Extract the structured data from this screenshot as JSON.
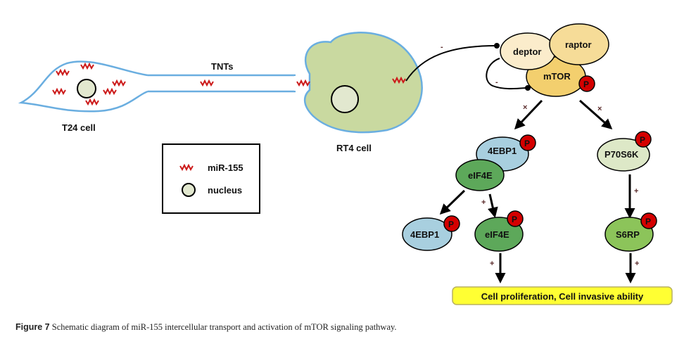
{
  "diagram": {
    "cells": {
      "t24": {
        "label": "T24 cell"
      },
      "rt4": {
        "label": "RT4 cell"
      },
      "tnt": {
        "label": "TNTs"
      }
    },
    "legend": {
      "mirna": "miR-155",
      "nucleus": "nucleus"
    },
    "complex": {
      "deptor": "deptor",
      "raptor": "raptor",
      "mtor": "mTOR"
    },
    "nodes": {
      "ebp1_bound": "4EBP1",
      "eif4e_bound": "eIF4E",
      "p70s6k": "P70S6K",
      "ebp1_free": "4EBP1",
      "eif4e_free": "eIF4E",
      "s6rp": "S6RP"
    },
    "phospho": "P",
    "signs": {
      "inhibit_mirna": "-",
      "inhibit_loop": "-",
      "mtor_to_4ebp1": "×",
      "mtor_to_p70": "×",
      "eif4e_release": "+",
      "p70_to_s6rp": "+",
      "eif4e_to_outcome": "+",
      "s6rp_to_outcome": "+"
    },
    "outcome": "Cell proliferation, Cell invasive ability",
    "colors": {
      "membrane": "#6aaee0",
      "rt4_fill": "#c9d9a0",
      "nucleus_fill": "#e2e8cf",
      "mirna": "#cc1a1a",
      "deptor": "#fbeccb",
      "raptor": "#f6dc98",
      "mtor": "#f3cf6e",
      "phospho": "#d40000",
      "ebp1": "#a8cfdf",
      "eif4e": "#5da85a",
      "p70s6k": "#dde8c7",
      "s6rp": "#8cc45a",
      "outcome": "#ffff33"
    }
  },
  "caption": {
    "figure": "Figure 7",
    "text": " Schematic diagram of miR-155 intercellular transport and activation of mTOR signaling pathway."
  }
}
